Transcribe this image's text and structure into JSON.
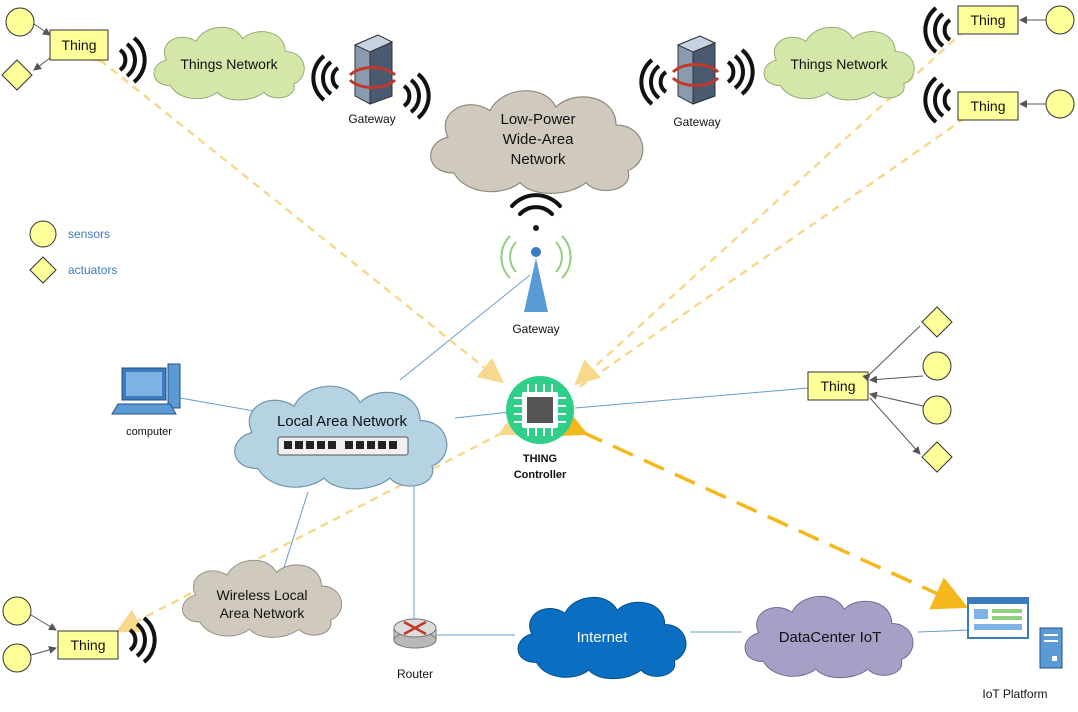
{
  "labels": {
    "things_network_left": "Things Network",
    "things_network_right": "Things Network",
    "lpwan": [
      "Low-Power",
      "Wide-Area",
      "Network"
    ],
    "gateway_left": "Gateway",
    "gateway_right": "Gateway",
    "gateway_center": "Gateway",
    "lan": "Local Area Network",
    "wlan": [
      "Wireless Local",
      "Area Network"
    ],
    "internet": "Internet",
    "datacenter": "DataCenter IoT",
    "router": "Router",
    "computer": "computer",
    "controller": [
      "THING",
      "Controller"
    ],
    "iot_platform": "IoT Platform",
    "thing": "Thing"
  },
  "legend": {
    "sensors": "sensors",
    "actuators": "actuators"
  },
  "colors": {
    "thing_fill": "#ffff99",
    "sensor_fill": "#ffff99",
    "things_cloud": "#d4e6a8",
    "lpwan_cloud": "#cfcabd",
    "lan_cloud": "#b5d3e3",
    "wlan_cloud": "#cfcabd",
    "internet_cloud": "#0a6fc2",
    "datacenter_cloud": "#a79fc6",
    "controller": "#2fcf8a",
    "dashed_light": "#f7d98e",
    "dashed_strong": "#f5b81c",
    "wire": "#6a9cc9"
  }
}
